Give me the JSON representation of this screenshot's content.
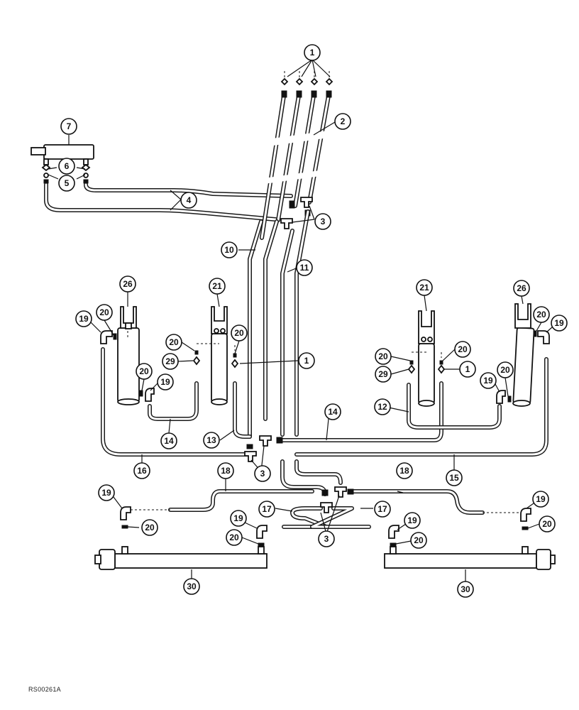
{
  "figure": {
    "reference_code": "RS00261A"
  },
  "callouts": [
    {
      "id": "c1a",
      "label": "1"
    },
    {
      "id": "c2",
      "label": "2"
    },
    {
      "id": "c7",
      "label": "7"
    },
    {
      "id": "c6",
      "label": "6"
    },
    {
      "id": "c5",
      "label": "5"
    },
    {
      "id": "c4",
      "label": "4"
    },
    {
      "id": "c3a",
      "label": "3"
    },
    {
      "id": "c10",
      "label": "10"
    },
    {
      "id": "c11",
      "label": "11"
    },
    {
      "id": "c26a",
      "label": "26"
    },
    {
      "id": "c21a",
      "label": "21"
    },
    {
      "id": "c19a",
      "label": "19"
    },
    {
      "id": "c20a",
      "label": "20"
    },
    {
      "id": "c20b",
      "label": "20"
    },
    {
      "id": "c20c",
      "label": "20"
    },
    {
      "id": "c29a",
      "label": "29"
    },
    {
      "id": "c20d",
      "label": "20"
    },
    {
      "id": "c19b",
      "label": "19"
    },
    {
      "id": "c1b",
      "label": "1"
    },
    {
      "id": "c14a",
      "label": "14"
    },
    {
      "id": "c13",
      "label": "13"
    },
    {
      "id": "c21b",
      "label": "21"
    },
    {
      "id": "c26b",
      "label": "26"
    },
    {
      "id": "c20e",
      "label": "20"
    },
    {
      "id": "c19c",
      "label": "19"
    },
    {
      "id": "c20f",
      "label": "20"
    },
    {
      "id": "c20g",
      "label": "20"
    },
    {
      "id": "c29b",
      "label": "29"
    },
    {
      "id": "c1c",
      "label": "1"
    },
    {
      "id": "c20h",
      "label": "20"
    },
    {
      "id": "c19d",
      "label": "19"
    },
    {
      "id": "c12",
      "label": "12"
    },
    {
      "id": "c14b",
      "label": "14"
    },
    {
      "id": "c16",
      "label": "16"
    },
    {
      "id": "c3b",
      "label": "3"
    },
    {
      "id": "c15",
      "label": "15"
    },
    {
      "id": "c18a",
      "label": "18"
    },
    {
      "id": "c18b",
      "label": "18"
    },
    {
      "id": "c19e",
      "label": "19"
    },
    {
      "id": "c20i",
      "label": "20"
    },
    {
      "id": "c17a",
      "label": "17"
    },
    {
      "id": "c17b",
      "label": "17"
    },
    {
      "id": "c19f",
      "label": "19"
    },
    {
      "id": "c20j",
      "label": "20"
    },
    {
      "id": "c3c",
      "label": "3"
    },
    {
      "id": "c19g",
      "label": "19"
    },
    {
      "id": "c20k",
      "label": "20"
    },
    {
      "id": "c19h",
      "label": "19"
    },
    {
      "id": "c20l",
      "label": "20"
    },
    {
      "id": "c30a",
      "label": "30"
    },
    {
      "id": "c30b",
      "label": "30"
    }
  ]
}
